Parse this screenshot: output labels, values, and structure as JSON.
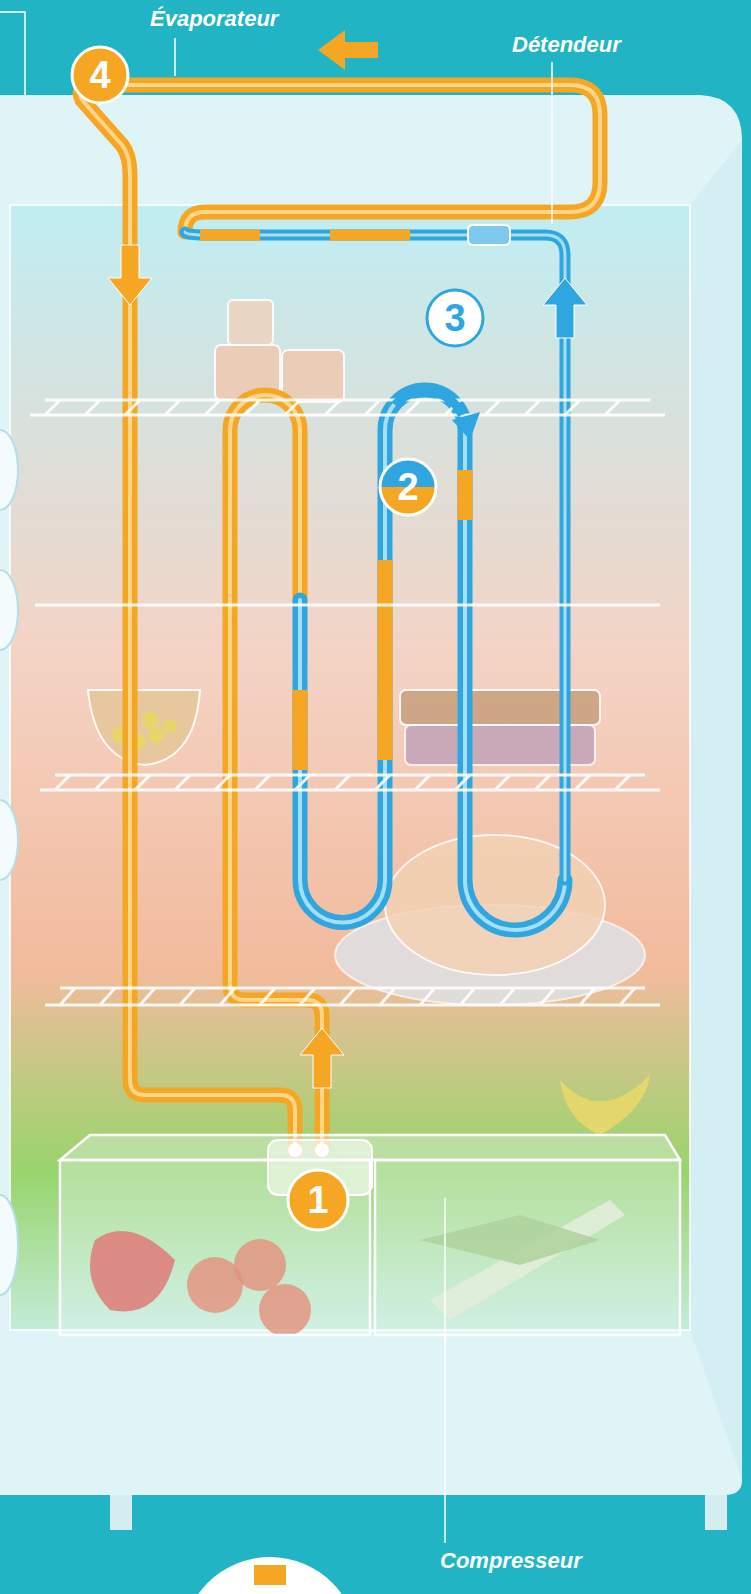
{
  "diagram": {
    "labels": [
      "Évaporateur",
      "Détendeur",
      "4",
      "3",
      "2",
      "1",
      "Compresseur"
    ]
  }
}
